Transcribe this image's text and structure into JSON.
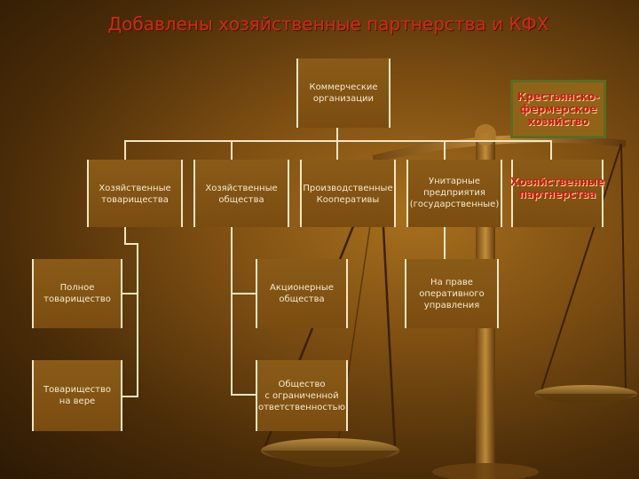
{
  "slide": {
    "title": "Добавлены хозяйственные партнерства и КФХ"
  },
  "org_chart": {
    "root": "Коммерческие\nорганизации",
    "level2": [
      "Хозяйственные\nтоварищества",
      "Хозяйственные\nобщества",
      "Производственные\nКооперативы",
      "Унитарные\nпредприятия\n(государственные)",
      "Хозяйственные\nпартнерства"
    ],
    "partnerships_sub": [
      "Полное\nтоварищество",
      "Товарищество\nна вере"
    ],
    "companies_sub": [
      "Акционерные\nобщества",
      "Общество\nс ограниченной\nответственностью"
    ],
    "unitary_sub": [
      "На праве\nоперативного\nуправления"
    ],
    "side_note": "Крестьянско-\nфермерское\nхозяйство"
  },
  "colors": {
    "title": "#d0281c",
    "highlight_text": "#c81e16",
    "box_fill": "#84561a",
    "box_border": "#f2e6c4",
    "side_note_border": "#5c6a22"
  }
}
